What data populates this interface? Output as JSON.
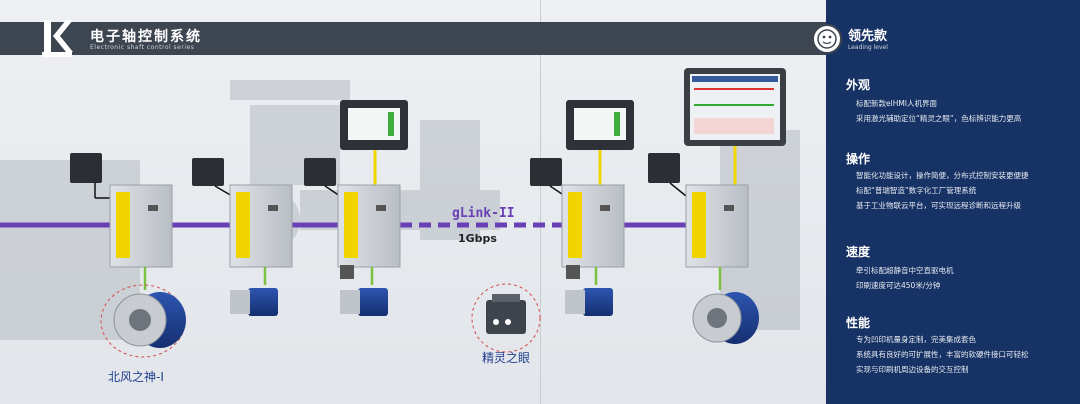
{
  "header": {
    "title_cn": "电子轴控制系统",
    "title_en": "Electronic shaft control series"
  },
  "level": {
    "title_cn": "领先款",
    "title_en": "Leading level"
  },
  "network": {
    "protocol": "gLink-II",
    "speed": "1Gbps"
  },
  "labels": {
    "motor_main": "北风之神-I",
    "vision": "精灵之眼"
  },
  "sections": [
    {
      "title": "外观",
      "lines": [
        "标配新款elHMI人机界面",
        "采用激光辅助定位“精灵之眼”，色标辨识能力更高"
      ]
    },
    {
      "title": "操作",
      "lines": [
        "智能化功能设计，操作简便，分布式控制安装更便捷",
        "标配“普瑞智造”数字化工厂管理系统",
        "基于工业物联云平台，可实现远程诊断和远程升级"
      ]
    },
    {
      "title": "速度",
      "lines": [
        "牵引标配超静音中空直驱电机",
        "印刷速度可达450米/分钟"
      ]
    },
    {
      "title": "性能",
      "lines": [
        "专为凹印机量身定制，完美集成套色",
        "系统具有良好的可扩展性，丰富的软硬件接口可轻松",
        "实现与印刷机周边设备的交互控制"
      ]
    }
  ],
  "colors": {
    "panel_bg": "#173264",
    "header_bg": "#3d4551",
    "link_purple": "#6a3fb5",
    "drive_yellow": "#f2d500",
    "motor_blue": "#1f3f8f"
  }
}
